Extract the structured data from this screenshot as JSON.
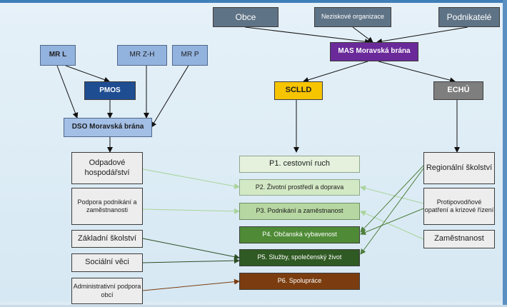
{
  "top_sources": {
    "obce": "Obce",
    "neziskove": "Neziskové organizace",
    "podnikatele": "Podnikatelé"
  },
  "mas": "MAS Moravská brána",
  "scllld": "SCLLD",
  "echu": "ECHÚ",
  "municipal": {
    "mr_l": "MR L",
    "mr_zh": "MR Z-H",
    "mr_p": "MR P",
    "pmos": "PMOS",
    "dso": "DSO Moravská brána"
  },
  "left_items": [
    "Odpadové hospodářství",
    "Podpora podnikání a zaměstnanosti",
    "Základní školství",
    "Sociální věci",
    "Administrativní podpora obcí"
  ],
  "priorities": [
    "P1. cestovní ruch",
    "P2. Životní prostředí a doprava",
    "P3. Podnikání a zaměstnanost",
    "P4. Občanská vybavenost",
    "P5. Služby, společenský  život",
    "P6. Spolupráce"
  ],
  "right_items": [
    "Regionální školství",
    "Protipovodňové opatření a krizové řízení",
    "Zaměstnanost"
  ],
  "colors": {
    "top_boxes": "#5f7386",
    "municipal_boxes": "#93b3df",
    "pmos": "#1f4d92",
    "mas": "#6a2a9a",
    "scllld": "#f7c400",
    "echu": "#7e7e7e",
    "p1": "#e5f1dd",
    "p2": "#d3e8c5",
    "p3": "#b7d7a2",
    "p4": "#4f8b36",
    "p5": "#2f5a23",
    "p6": "#7b3d0f"
  }
}
